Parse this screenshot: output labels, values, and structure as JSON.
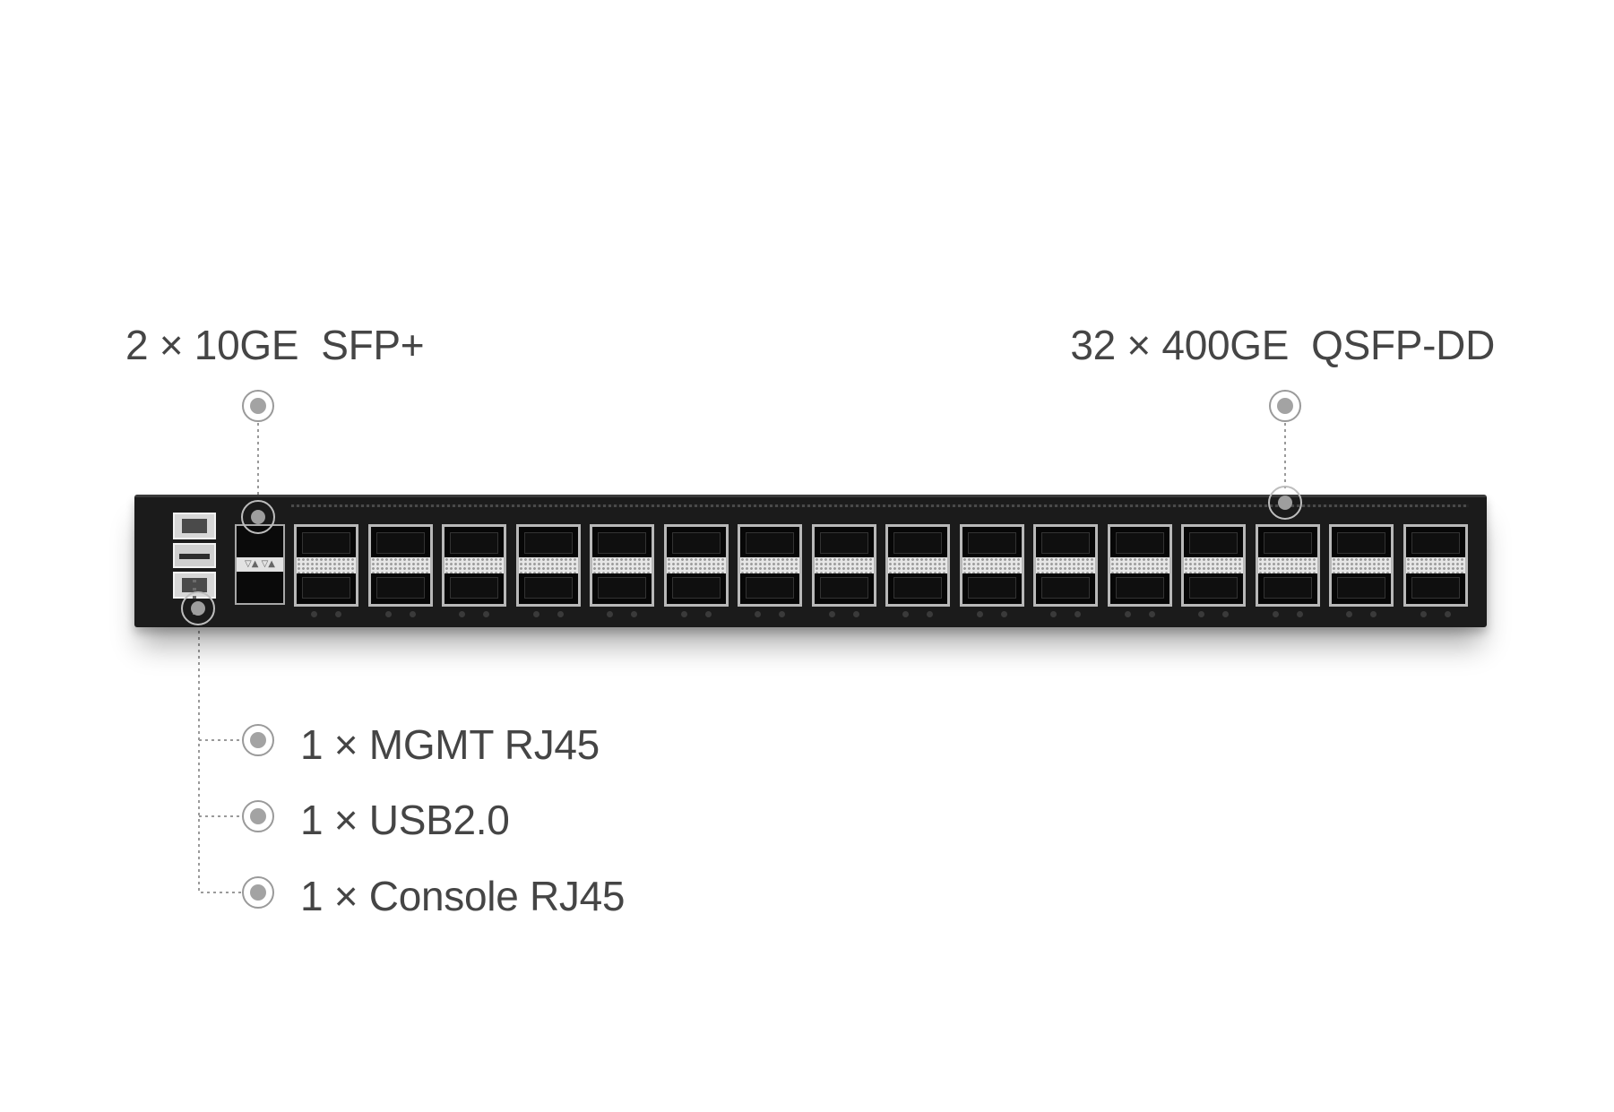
{
  "labels": {
    "sfp": "2 × 10GE  SFP+",
    "qsfp": "32 × 400GE  QSFP-DD",
    "mgmt": "1 × MGMT RJ45",
    "usb": "1 × USB2.0",
    "console": "1 × Console RJ45"
  },
  "device": {
    "qsfp_cages_visible": 16,
    "sfp_marking": "▽▲ ▽▲"
  },
  "colors": {
    "label_text": "#454545",
    "marker": "#a3a3a3",
    "chassis": "#1b1b1b",
    "leader_line": "#9a9a9a"
  }
}
